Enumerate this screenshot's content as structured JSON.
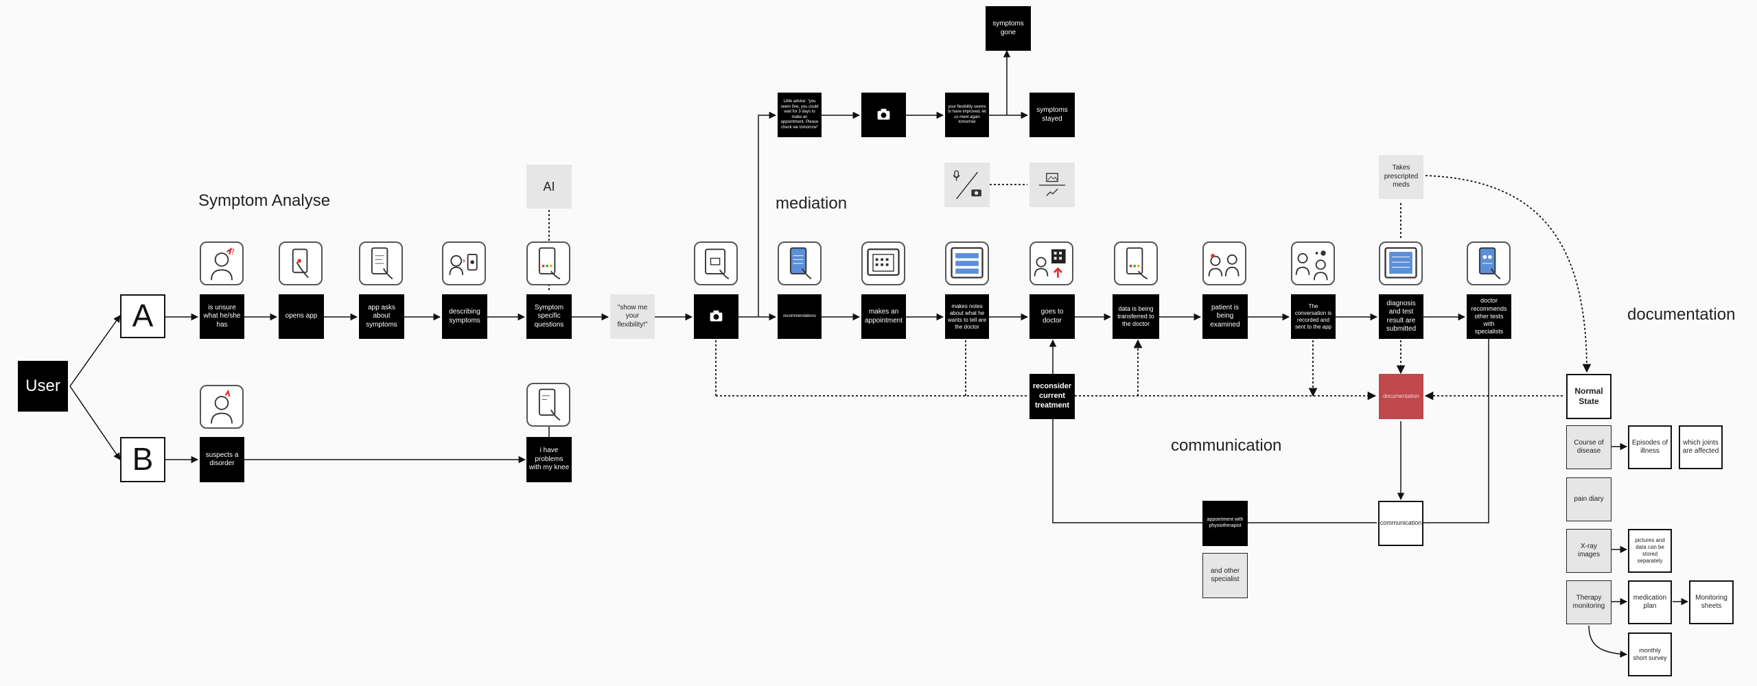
{
  "colors": {
    "node_black": "#000000",
    "accent_red": "#c0484c",
    "note_gray": "#e6e6e6",
    "line": "#111111"
  },
  "sections": {
    "symptom_analyse": "Symptom Analyse",
    "mediation": "mediation",
    "communication": "communication",
    "documentation": "documentation"
  },
  "nodes": {
    "user": "User",
    "path_a": "A",
    "path_b": "B",
    "unsure": "is unsure what he/she has",
    "opens_app": "opens app",
    "app_asks": "app asks about symptoms",
    "describing": "describing symptoms",
    "specific_questions": "Symptom specific questions",
    "ai": "AI",
    "suspects": "suspects a disorder",
    "knee_problems": "i have problems with my knee",
    "show_flex": "\"show me your flexibility!\"",
    "suggestion_msg": "Little advice: \"you seem fine, you could wait for 3 days to make an appointment. Please check we tomorrow\"",
    "flex_improved": "your flexibility seems to have improved, let us meet again tomorrow",
    "symptoms_gone": "symptoms gone",
    "symptoms_stayed": "symptoms stayed",
    "recommendations": "recommendations",
    "makes_appointment": "makes an appointment",
    "makes_notes": "makes notes about what he wants to tell are the doctor",
    "goes_doctor": "goes to doctor",
    "data_transferred": "data is being transferred to the doctor",
    "examined": "patient is being examined",
    "conversation_recorded": "The conversation is recorded and sent to the app",
    "diagnosis_submitted": "diagnosis and test result are submitted",
    "recommends_tests": "doctor recommends other tests with specialists",
    "takes_meds": "Takes prescripted meds",
    "reconsider": "reconsider current treatment",
    "documentation": "documentation",
    "communication": "communication",
    "physio": "appointment with physiotherapist",
    "other_specialist": "and other specialist",
    "normal_state": "Normal State",
    "course_disease": "Course of disease",
    "episodes": "Episodes of illness",
    "joints": "which joints are affected",
    "pain_diary": "pain diary",
    "xray": "X-ray images",
    "pictures_data": "pictures and data can be stored separately",
    "therapy": "Therapy monitoring",
    "medication_plan": "medication plan",
    "monitoring_sheets": "Monitoring sheets",
    "monthly_survey": "monthly short survey"
  },
  "icons": {
    "unsure": "confused-person-icon",
    "opens_app": "hand-phone-icon",
    "app_asks": "phone-chat-icon",
    "describing": "speaking-to-phone-icon",
    "questions": "phone-questions-icon",
    "b_person": "sick-person-icon",
    "knee_phone": "phone-message-icon",
    "camera": "camera-icon",
    "flex_phone": "phone-camera-icon",
    "recommend": "phone-list-icon",
    "calendar": "calendar-tablet-icon",
    "notes": "notes-tablet-icon",
    "hospital": "hospital-icon",
    "transfer": "phone-transfer-icon",
    "doctor": "doctor-patient-icon",
    "record": "recording-icon",
    "diagnosis": "diagnosis-tablet-icon",
    "specialists": "phone-specialist-icon",
    "mic_camera": "mic-camera-icon",
    "image_chart": "image-chart-icon"
  }
}
